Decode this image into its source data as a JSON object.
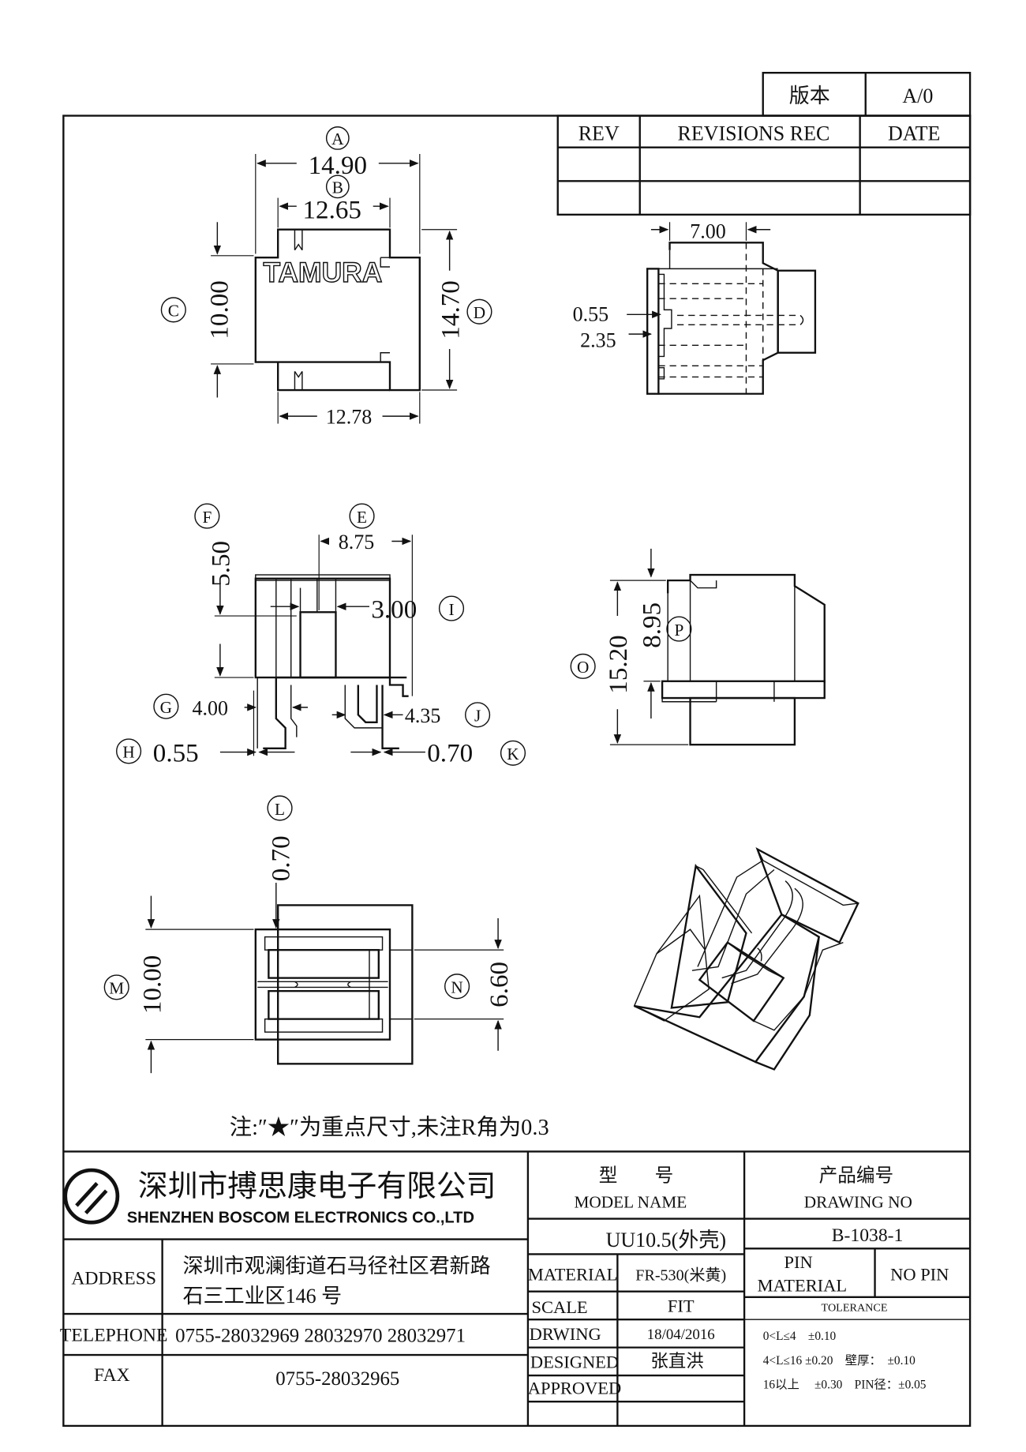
{
  "revision_box": {
    "version_label": "版本",
    "version_value": "A/0",
    "rev_header": "REV",
    "revisions_header": "REVISIONS REC",
    "date_header": "DATE"
  },
  "dimensions": {
    "A": {
      "letter": "A",
      "value": "14.90"
    },
    "B": {
      "letter": "B",
      "value": "12.65"
    },
    "C": {
      "letter": "C",
      "value": "10.00"
    },
    "D": {
      "letter": "D",
      "value": "14.70"
    },
    "bottom_width": "12.78",
    "side_7": "7.00",
    "side_055": "0.55",
    "side_235": "2.35",
    "E": {
      "letter": "E",
      "value": "8.75"
    },
    "F": {
      "letter": "F",
      "value": "5.50"
    },
    "I": {
      "letter": "I",
      "value": "3.00"
    },
    "G": {
      "letter": "G",
      "value": "4.00"
    },
    "J": {
      "letter": "J",
      "value": "4.35"
    },
    "H": {
      "letter": "H",
      "value": "0.55"
    },
    "K": {
      "letter": "K",
      "value": "0.70"
    },
    "O": {
      "letter": "O",
      "value": "15.20"
    },
    "P": {
      "letter": "P",
      "value": "8.95"
    },
    "L": {
      "letter": "L",
      "value": "0.70"
    },
    "M": {
      "letter": "M",
      "value": "10.00"
    },
    "N": {
      "letter": "N",
      "value": "6.60"
    }
  },
  "logo_text": "TAMURA",
  "note": "注:″★″为重点尺寸,未注R角为0.3",
  "title_block": {
    "company_cn": "深圳市搏思康电子有限公司",
    "company_en": "SHENZHEN BOSCOM ELECTRONICS CO.,LTD",
    "address_label": "ADDRESS",
    "address_line1": "深圳市观澜街道石马径社区君新路",
    "address_line2": "石三工业区146 号",
    "telephone_label": "TELEPHONE",
    "telephone_value": "0755-28032969 28032970 28032971",
    "fax_label": "FAX",
    "fax_value": "0755-28032965",
    "model_cn": "型　　号",
    "model_en": "MODEL NAME",
    "model_value": "UU10.5(外壳)",
    "drawing_cn": "产品编号",
    "drawing_en": "DRAWING NO",
    "drawing_value": "B-1038-1",
    "material_label": "MATERIAL",
    "material_value": "FR-530(米黄)",
    "scale_label": "SCALE",
    "scale_value": "FIT",
    "drwing_label": "DRWING",
    "drwing_value": "18/04/2016",
    "designed_label": "DESIGNED",
    "designed_value": "张直洪",
    "approved_label": "APPROVED",
    "pin_material_label1": "PIN",
    "pin_material_label2": "MATERIAL",
    "pin_material_value": "NO PIN",
    "tolerance_label": "TOLERANCE",
    "tol_line1": "0<L≤4　±0.10",
    "tol_line2": "4<L≤16 ±0.20　壁厚：　±0.10",
    "tol_line3": "16以上　 ±0.30　PIN径：±0.05"
  }
}
